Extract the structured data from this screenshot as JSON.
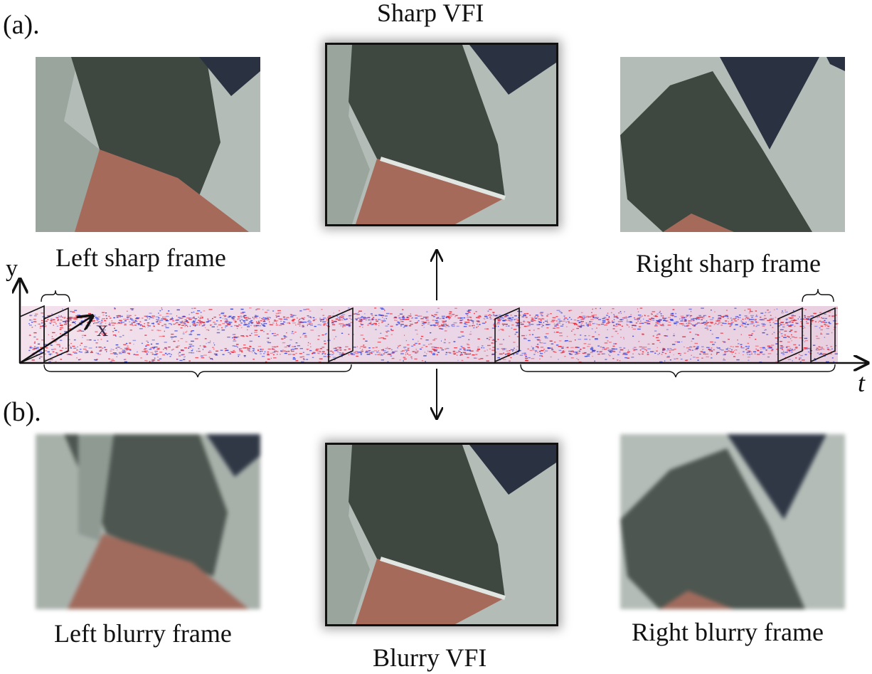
{
  "section_labels": {
    "a": "(a).",
    "b": "(b)."
  },
  "top_row": {
    "center_title": "Sharp VFI",
    "left_caption": "Left sharp frame",
    "right_caption": "Right sharp frame"
  },
  "bottom_row": {
    "center_title": "Blurry VFI",
    "left_caption": "Left blurry frame",
    "right_caption": "Right blurry frame"
  },
  "axes": {
    "y": "y",
    "x": "x",
    "t": "t"
  },
  "colors": {
    "panel_background": "#8c9890",
    "dark_shape": "#3f4741",
    "navy_shape": "#2a3140",
    "light_shape": "#b4bcb7",
    "terracotta_shape": "#a56a5a",
    "event_positive": "#e8202e",
    "event_negative": "#2a3cd6"
  }
}
